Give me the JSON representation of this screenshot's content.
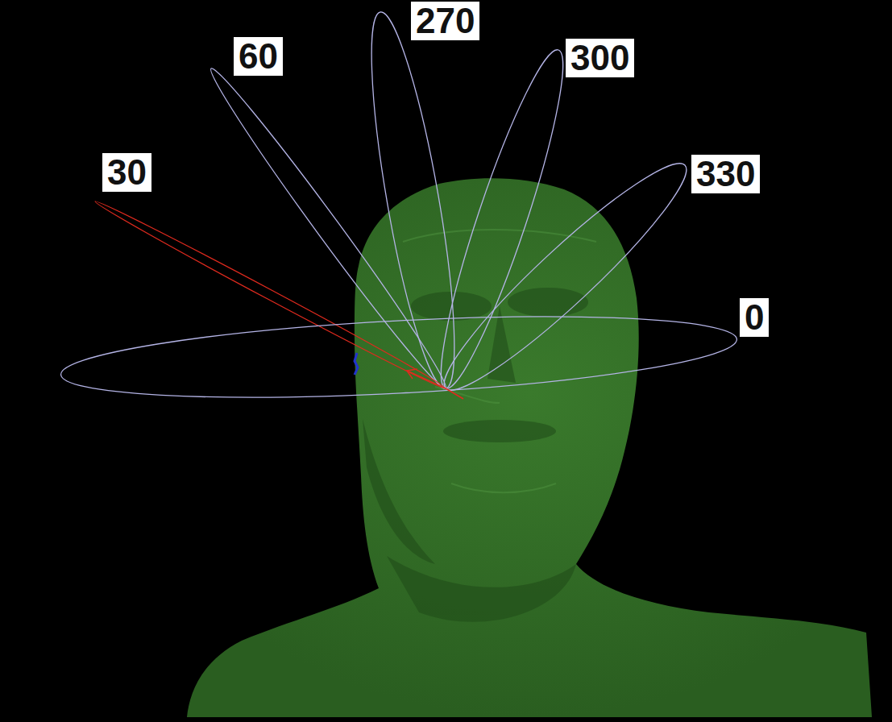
{
  "diagram": {
    "labels": [
      "60",
      "270",
      "300",
      "30",
      "330",
      "0"
    ]
  }
}
